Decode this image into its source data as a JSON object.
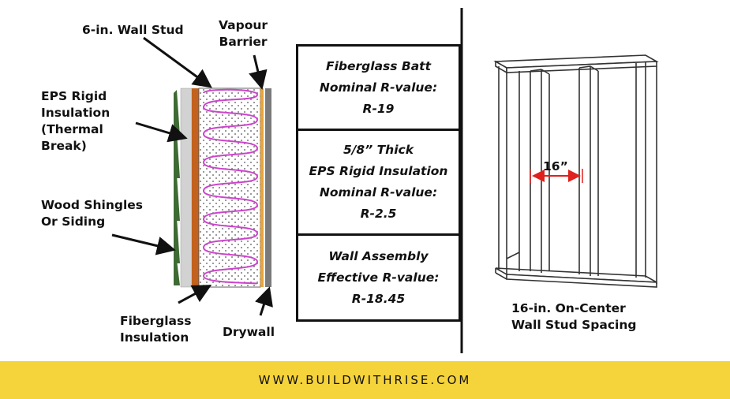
{
  "labels": {
    "wall_stud": "6-in. Wall Stud",
    "vapour_barrier": "Vapour\nBarrier",
    "eps": "EPS Rigid\nInsulation\n(Thermal\nBreak)",
    "shingles": "Wood Shingles\nOr Siding",
    "fiberglass": "Fiberglass\nInsulation",
    "drywall": "Drywall"
  },
  "rvalue_boxes": [
    {
      "text": "Fiberglass Batt\nNominal R-value:\nR-19"
    },
    {
      "text": "5/8” Thick\nEPS Rigid Insulation\nNominal R-value:\nR-2.5"
    },
    {
      "text": "Wall Assembly\nEffective R-value:\nR-18.45"
    }
  ],
  "framing": {
    "dimension_label": "16”",
    "caption": "16-in. On-Center\nWall Stud Spacing"
  },
  "footer": {
    "url": "WWW.BUILDWITHRISE.COM"
  },
  "colors": {
    "siding": "#3d6b33",
    "eps": "#d2d2d2",
    "stud": "#c2621e",
    "insulation_coil": "#cc44cc",
    "drywall": "#7a7a7a",
    "dimension": "#e0201c",
    "footer": "#f5d33a"
  }
}
